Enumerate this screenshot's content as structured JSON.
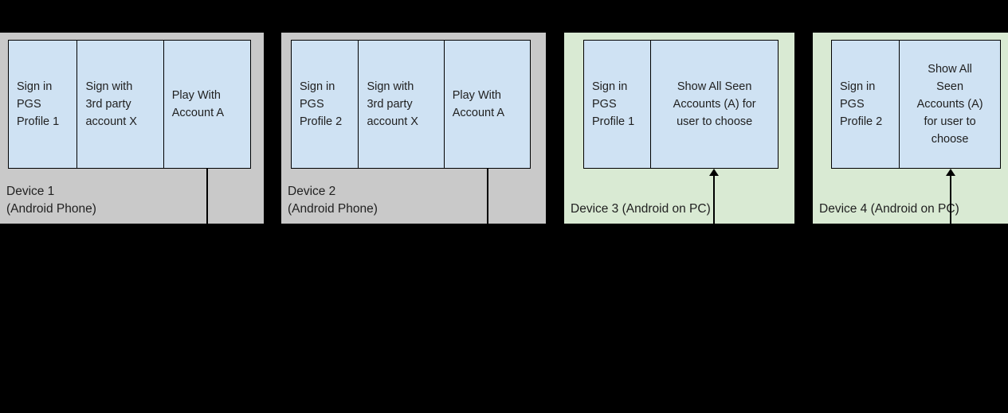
{
  "colors": {
    "background": "#000000",
    "phone_card_bg": "#c9c9c9",
    "pc_card_bg": "#d9ead3",
    "cell_bg": "#cfe2f3",
    "border": "#000000",
    "text": "#212121"
  },
  "devices": [
    {
      "id": "device-1",
      "type": "android-phone",
      "label": "Device 1\n(Android Phone)",
      "cells": [
        {
          "text": "Sign in\nPGS\nProfile 1"
        },
        {
          "text": "Sign with\n3rd party\naccount X"
        },
        {
          "text": "Play With\nAccount A"
        }
      ],
      "connector": "line-down-from-play-with-account"
    },
    {
      "id": "device-2",
      "type": "android-phone",
      "label": "Device 2\n(Android Phone)",
      "cells": [
        {
          "text": "Sign in\nPGS\nProfile 2"
        },
        {
          "text": "Sign with\n3rd party\naccount X"
        },
        {
          "text": "Play With\nAccount A"
        }
      ],
      "connector": "line-down-from-play-with-account"
    },
    {
      "id": "device-3",
      "type": "android-on-pc",
      "label": "Device 3 (Android on PC)",
      "cells": [
        {
          "text": "Sign in\nPGS\nProfile 1"
        },
        {
          "text": "Show All Seen\nAccounts (A) for\nuser to choose"
        }
      ],
      "connector": "arrow-up-into-show-all-seen-accounts"
    },
    {
      "id": "device-4",
      "type": "android-on-pc",
      "label": "Device 4 (Android on PC)",
      "cells": [
        {
          "text": "Sign in\nPGS\nProfile 2"
        },
        {
          "text": "Show All\nSeen\nAccounts (A)\nfor user to\nchoose"
        }
      ],
      "connector": "arrow-up-into-show-all-seen-accounts"
    }
  ]
}
